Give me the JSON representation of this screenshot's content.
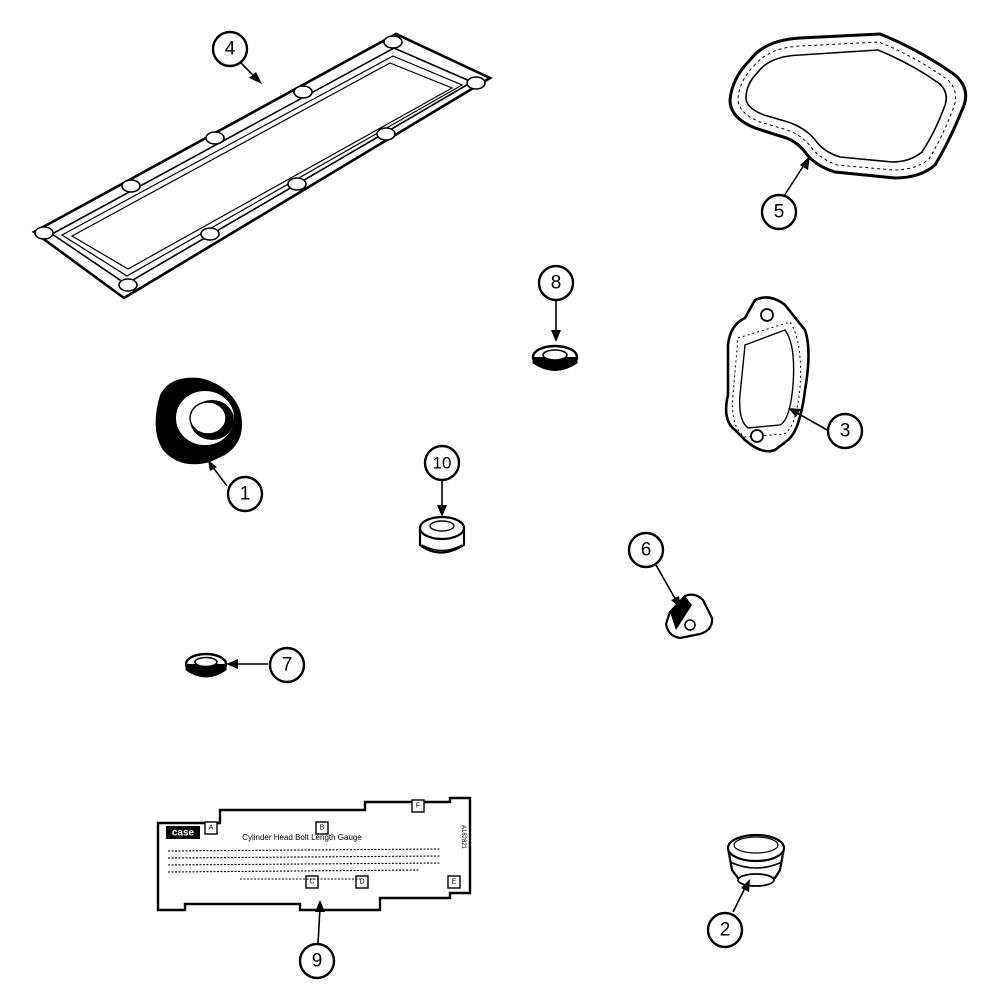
{
  "diagram": {
    "ink_color": "#000000",
    "background_color": "#ffffff",
    "callouts": [
      {
        "id": "c1",
        "number": "1",
        "part": "seal-ring"
      },
      {
        "id": "c2",
        "number": "2",
        "part": "cup-plug"
      },
      {
        "id": "c3",
        "number": "3",
        "part": "small-gasket"
      },
      {
        "id": "c4",
        "number": "4",
        "part": "long-gasket"
      },
      {
        "id": "c5",
        "number": "5",
        "part": "cover-gasket"
      },
      {
        "id": "c6",
        "number": "6",
        "part": "clip"
      },
      {
        "id": "c7",
        "number": "7",
        "part": "small-seal"
      },
      {
        "id": "c8",
        "number": "8",
        "part": "small-seal"
      },
      {
        "id": "c9",
        "number": "9",
        "part": "bolt-length-gauge"
      },
      {
        "id": "c10",
        "number": "10",
        "part": "plug"
      }
    ],
    "gauge": {
      "logo": "case",
      "title": "Cylinder Head Bolt Length Gauge",
      "serial": "A182821",
      "notch_marks": [
        "A",
        "B",
        "C",
        "D",
        "E",
        "F"
      ]
    }
  }
}
